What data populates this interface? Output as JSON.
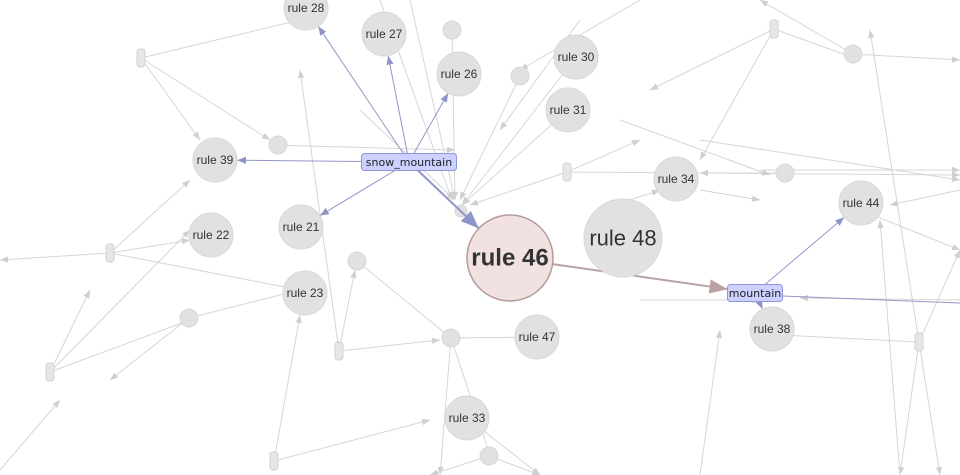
{
  "colors": {
    "background": "#ffffff",
    "faint_edge": "#d6d6d6",
    "faint_arrow": "#cfcfcf",
    "rule_fill": "#e1e1e1",
    "rule_stroke": "#d8d8d8",
    "item_fill": "#cdd1ff",
    "item_stroke": "#8e95d6",
    "item_edge": "#9097c9",
    "focus_fill": "#f1e1e1",
    "focus_stroke": "#b59a9a",
    "focus_edge": "#b8a2a2",
    "small_item_fill": "#e6e6e6"
  },
  "graph": {
    "rules": [
      {
        "id": "r28",
        "label": "rule 28"
      },
      {
        "id": "r27",
        "label": "rule 27"
      },
      {
        "id": "r26",
        "label": "rule 26"
      },
      {
        "id": "r30",
        "label": "rule 30"
      },
      {
        "id": "r31",
        "label": "rule 31"
      },
      {
        "id": "r39",
        "label": "rule 39"
      },
      {
        "id": "r34",
        "label": "rule 34"
      },
      {
        "id": "r44",
        "label": "rule 44"
      },
      {
        "id": "r22",
        "label": "rule 22"
      },
      {
        "id": "r21",
        "label": "rule 21"
      },
      {
        "id": "r48",
        "label": "rule 48"
      },
      {
        "id": "r23",
        "label": "rule 23"
      },
      {
        "id": "r47",
        "label": "rule 47"
      },
      {
        "id": "r38",
        "label": "rule 38"
      },
      {
        "id": "r33",
        "label": "rule 33"
      },
      {
        "id": "r46",
        "label": "rule 46"
      }
    ],
    "items": [
      {
        "id": "snow_mountain",
        "label": "snow_mountain"
      },
      {
        "id": "mountain",
        "label": "mountain"
      }
    ],
    "focus_rule": "r46",
    "highlighted_edges": [
      {
        "from": "snow_mountain",
        "to": "r28"
      },
      {
        "from": "snow_mountain",
        "to": "r27"
      },
      {
        "from": "snow_mountain",
        "to": "r26"
      },
      {
        "from": "snow_mountain",
        "to": "r39"
      },
      {
        "from": "snow_mountain",
        "to": "r21"
      },
      {
        "from": "snow_mountain",
        "to": "r46"
      },
      {
        "from": "r46",
        "to": "mountain"
      },
      {
        "from": "mountain",
        "to": "r44"
      },
      {
        "from": "mountain",
        "to": "r38"
      }
    ]
  }
}
